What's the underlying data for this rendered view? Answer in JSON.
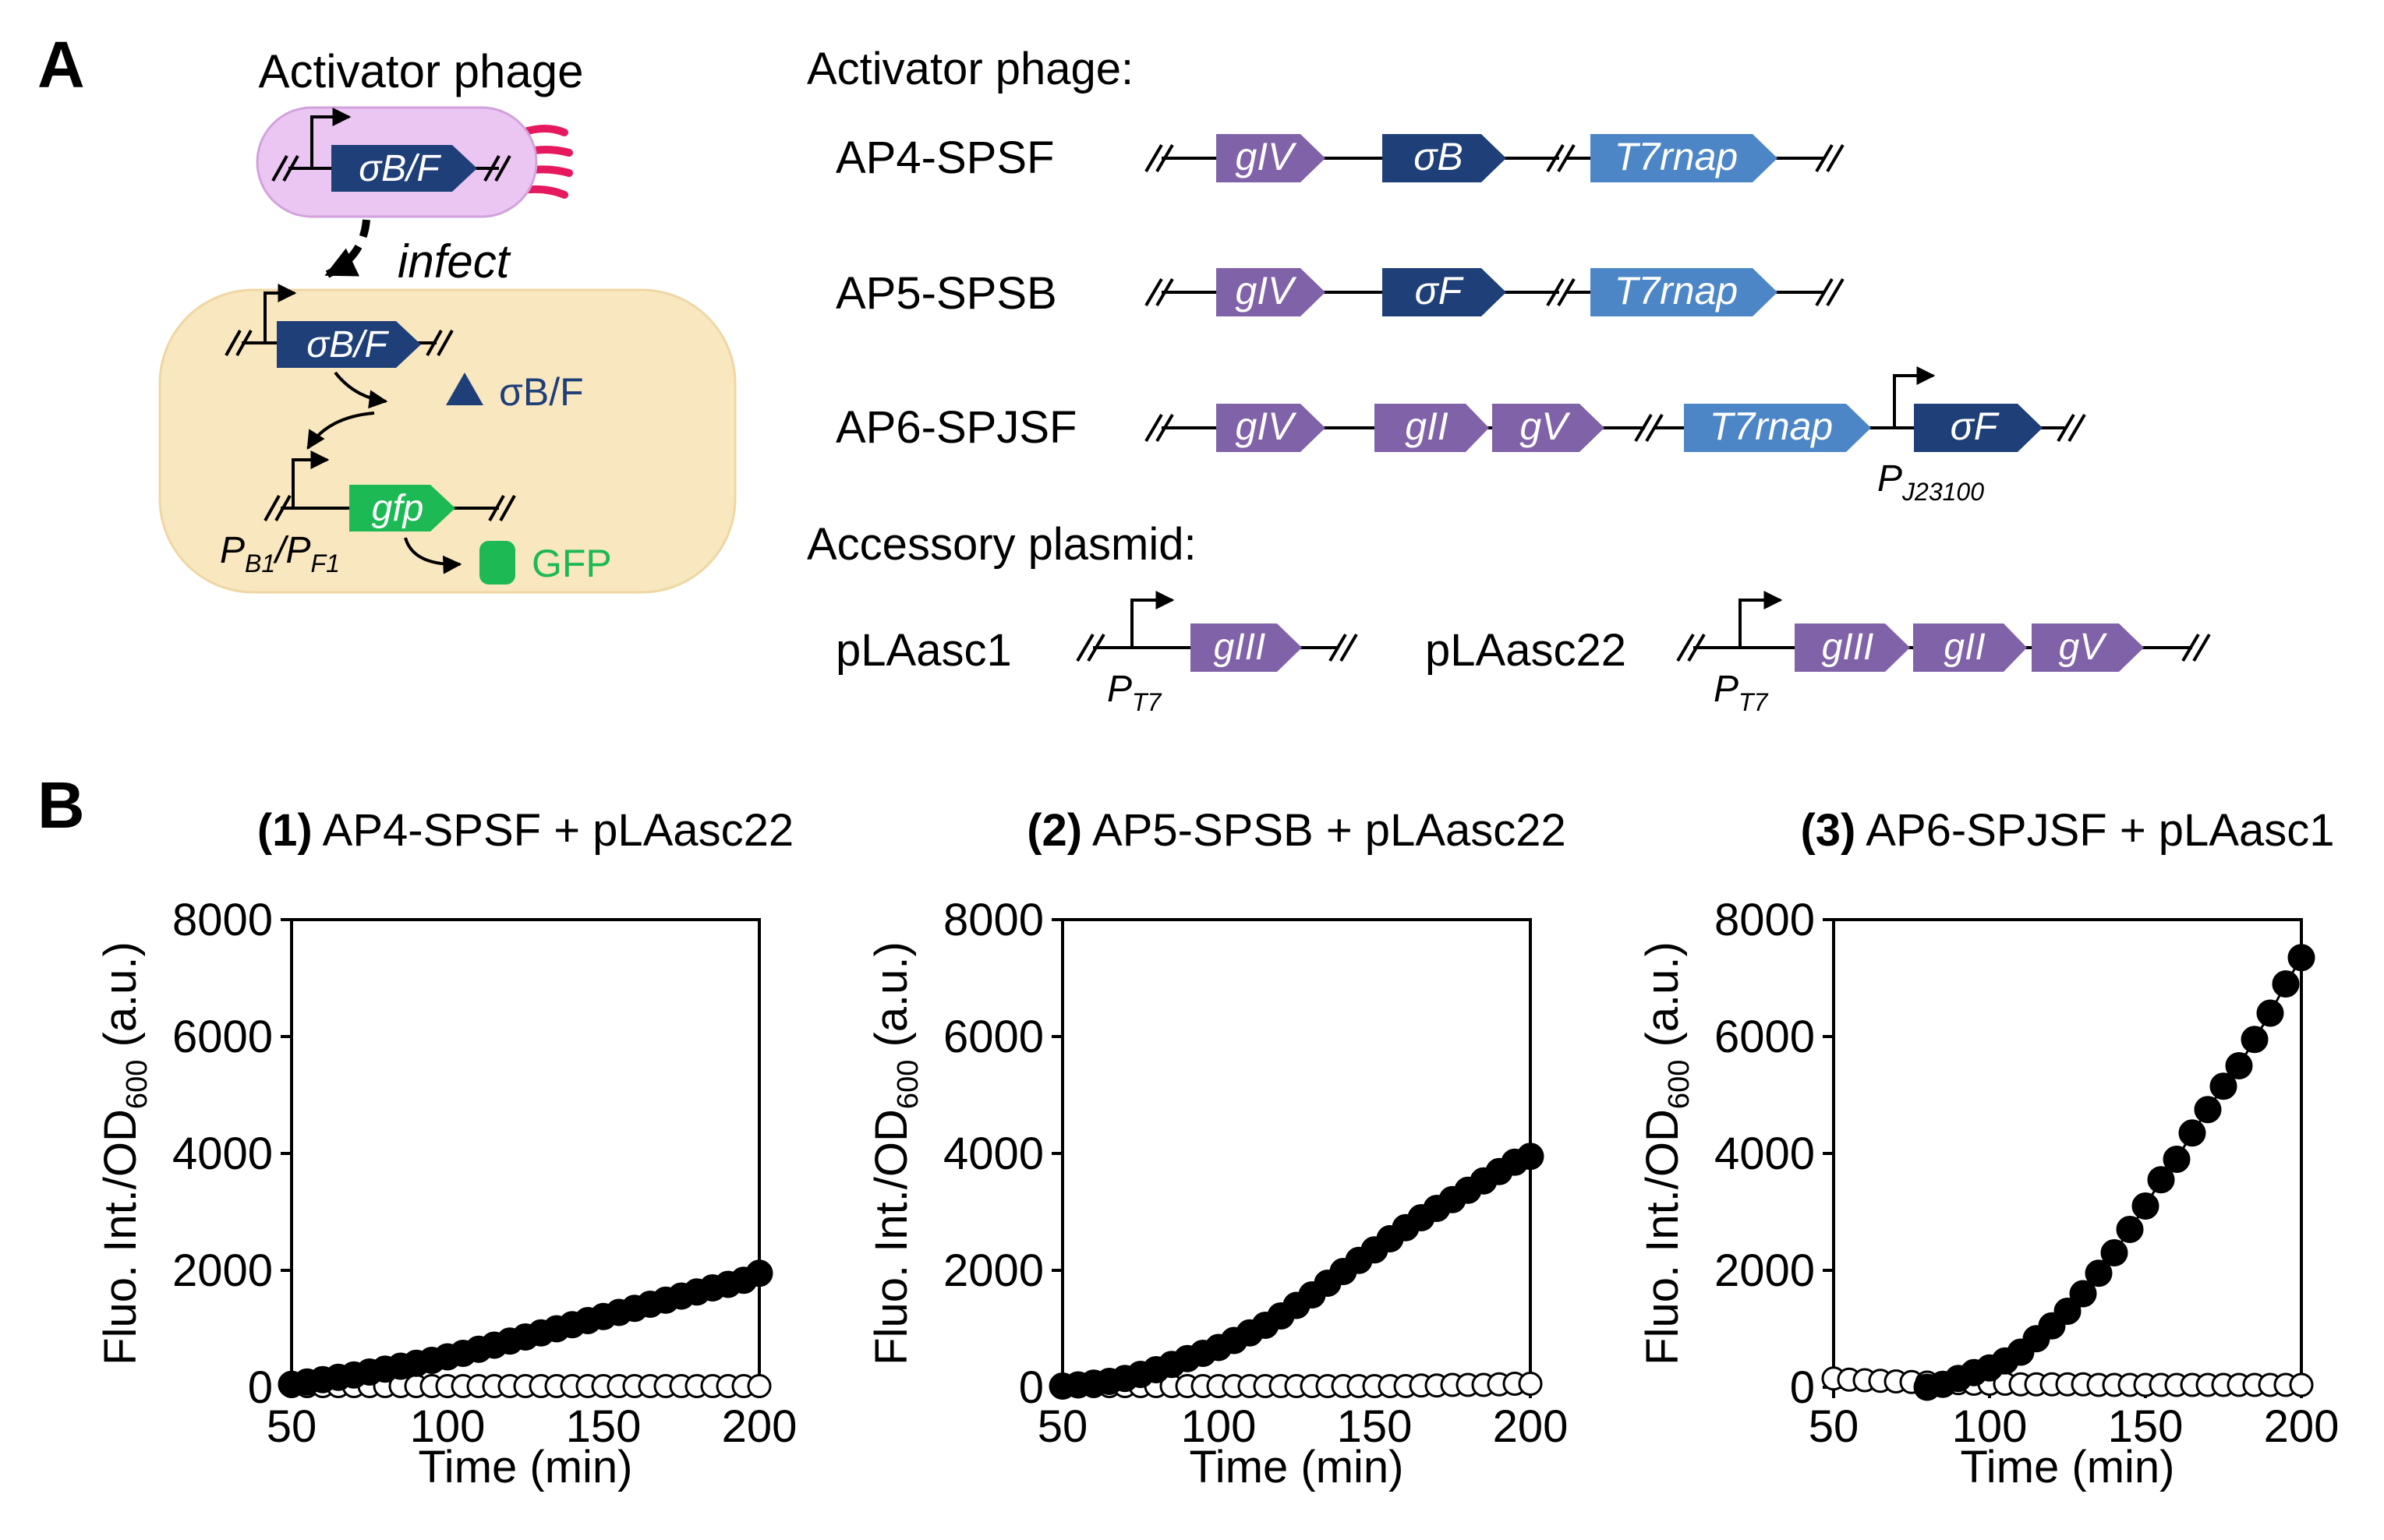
{
  "panel_a": {
    "label": "A",
    "cartoon": {
      "phage_title": "Activator phage",
      "phage_gene": "σB/F",
      "infect": "infect",
      "host_gene": "σB/F",
      "protein_label": "σB/F",
      "reporter_gene": "gfp",
      "promoter_main": "P",
      "promoter_sub1": "B1",
      "promoter_sep": "/P",
      "promoter_sub2": "F1",
      "gfp_label": "GFP"
    },
    "ap_header": "Activator phage:",
    "constructs": [
      {
        "name": "AP4-SPSF",
        "genes": [
          "gIV",
          "σB",
          "T7rnap"
        ]
      },
      {
        "name": "AP5-SPSB",
        "genes": [
          "gIV",
          "σF",
          "T7rnap"
        ]
      },
      {
        "name": "AP6-SPJSF",
        "genes": [
          "gIV",
          "gII",
          "gV",
          "T7rnap",
          "σF"
        ],
        "promoter_main": "P",
        "promoter_sub": "J23100"
      }
    ],
    "acc_header": "Accessory plasmid:",
    "plasmids": [
      {
        "name": "pLAasc1",
        "genes": [
          "gIII"
        ],
        "promoter_main": "P",
        "promoter_sub": "T7"
      },
      {
        "name": "pLAasc22",
        "genes": [
          "gIII",
          "gII",
          "gV"
        ],
        "promoter_main": "P",
        "promoter_sub": "T7"
      }
    ],
    "colors": {
      "purple": "#8062a8",
      "dark_blue": "#1f3f78",
      "light_blue": "#4c86c6",
      "green": "#1db954",
      "phage_fill": "#ebc6f2",
      "cell_fill": "#f9e7bf",
      "tail": "#e6195e"
    }
  },
  "panel_b": {
    "label": "B"
  },
  "chart_data": [
    {
      "type": "scatter",
      "title_num": "(1)",
      "title": "AP4-SPSF + pLAasc22",
      "xlabel": "Time (min)",
      "ylabel_main": "Fluo. Int./OD",
      "ylabel_sub": "600",
      "ylabel_end": " (a.u.)",
      "xlim": [
        50,
        200
      ],
      "ylim": [
        0,
        8000
      ],
      "xticks": [
        "50",
        "100",
        "150",
        "200"
      ],
      "yticks": [
        "0",
        "2000",
        "4000",
        "6000",
        "8000"
      ],
      "series": [
        {
          "style": "filled",
          "x": [
            50,
            55,
            60,
            65,
            70,
            75,
            80,
            85,
            90,
            95,
            100,
            105,
            110,
            115,
            120,
            125,
            130,
            135,
            140,
            145,
            150,
            155,
            160,
            165,
            170,
            175,
            180,
            185,
            190,
            195,
            200
          ],
          "y": [
            50,
            90,
            130,
            170,
            210,
            260,
            310,
            360,
            410,
            460,
            520,
            580,
            650,
            720,
            790,
            860,
            930,
            1000,
            1070,
            1140,
            1210,
            1280,
            1350,
            1420,
            1490,
            1560,
            1630,
            1700,
            1760,
            1830,
            1950
          ]
        },
        {
          "style": "open",
          "x": [
            50,
            55,
            60,
            65,
            70,
            75,
            80,
            85,
            90,
            95,
            100,
            105,
            110,
            115,
            120,
            125,
            130,
            135,
            140,
            145,
            150,
            155,
            160,
            165,
            170,
            175,
            180,
            185,
            190,
            195,
            200
          ],
          "y": [
            20,
            20,
            20,
            20,
            20,
            20,
            20,
            20,
            20,
            20,
            20,
            20,
            20,
            20,
            20,
            20,
            20,
            20,
            20,
            20,
            20,
            20,
            20,
            20,
            20,
            20,
            20,
            20,
            20,
            20,
            20
          ]
        }
      ]
    },
    {
      "type": "scatter",
      "title_num": "(2)",
      "title": "AP5-SPSB + pLAasc22",
      "xlabel": "Time (min)",
      "ylabel_main": "Fluo. Int./OD",
      "ylabel_sub": "600",
      "ylabel_end": " (a.u.)",
      "xlim": [
        50,
        200
      ],
      "ylim": [
        0,
        8000
      ],
      "xticks": [
        "50",
        "100",
        "150",
        "200"
      ],
      "yticks": [
        "0",
        "2000",
        "4000",
        "6000",
        "8000"
      ],
      "series": [
        {
          "style": "filled",
          "x": [
            50,
            55,
            60,
            65,
            70,
            75,
            80,
            85,
            90,
            95,
            100,
            105,
            110,
            115,
            120,
            125,
            130,
            135,
            140,
            145,
            150,
            155,
            160,
            165,
            170,
            175,
            180,
            185,
            190,
            195,
            200
          ],
          "y": [
            20,
            40,
            70,
            100,
            150,
            220,
            300,
            390,
            490,
            580,
            680,
            800,
            930,
            1060,
            1220,
            1400,
            1580,
            1780,
            1980,
            2170,
            2350,
            2540,
            2730,
            2900,
            3060,
            3210,
            3370,
            3530,
            3690,
            3850,
            3950
          ]
        },
        {
          "style": "open",
          "x": [
            50,
            55,
            60,
            65,
            70,
            75,
            80,
            85,
            90,
            95,
            100,
            105,
            110,
            115,
            120,
            125,
            130,
            135,
            140,
            145,
            150,
            155,
            160,
            165,
            170,
            175,
            180,
            185,
            190,
            195,
            200
          ],
          "y": [
            20,
            20,
            20,
            20,
            20,
            20,
            20,
            20,
            20,
            20,
            20,
            20,
            20,
            20,
            20,
            20,
            20,
            20,
            20,
            20,
            20,
            20,
            20,
            30,
            30,
            40,
            40,
            40,
            50,
            60,
            60
          ]
        }
      ]
    },
    {
      "type": "scatter",
      "title_num": "(3)",
      "title": "AP6-SPJSF + pLAasc1",
      "xlabel": "Time (min)",
      "ylabel_main": "Fluo. Int./OD",
      "ylabel_sub": "600",
      "ylabel_end": " (a.u.)",
      "xlim": [
        50,
        200
      ],
      "ylim": [
        0,
        8000
      ],
      "xticks": [
        "50",
        "100",
        "150",
        "200"
      ],
      "yticks": [
        "0",
        "2000",
        "4000",
        "6000",
        "8000"
      ],
      "series": [
        {
          "style": "filled",
          "x": [
            80,
            85,
            90,
            95,
            100,
            105,
            110,
            115,
            120,
            125,
            130,
            135,
            140,
            145,
            150,
            155,
            160,
            165,
            170,
            175,
            180,
            185,
            190,
            195,
            200
          ],
          "y": [
            0,
            50,
            150,
            250,
            330,
            450,
            600,
            830,
            1050,
            1300,
            1600,
            1950,
            2300,
            2700,
            3100,
            3550,
            3900,
            4350,
            4750,
            5150,
            5500,
            5950,
            6400,
            6900,
            7350
          ]
        },
        {
          "style": "open",
          "x": [
            50,
            55,
            60,
            65,
            70,
            75,
            80,
            85,
            90,
            95,
            100,
            105,
            110,
            115,
            120,
            125,
            130,
            135,
            140,
            145,
            150,
            155,
            160,
            165,
            170,
            175,
            180,
            185,
            190,
            195,
            200
          ],
          "y": [
            150,
            130,
            120,
            110,
            100,
            90,
            80,
            70,
            70,
            60,
            60,
            60,
            50,
            50,
            50,
            50,
            50,
            40,
            40,
            40,
            40,
            40,
            40,
            40,
            40,
            40,
            40,
            40,
            40,
            40,
            40
          ]
        }
      ]
    }
  ]
}
